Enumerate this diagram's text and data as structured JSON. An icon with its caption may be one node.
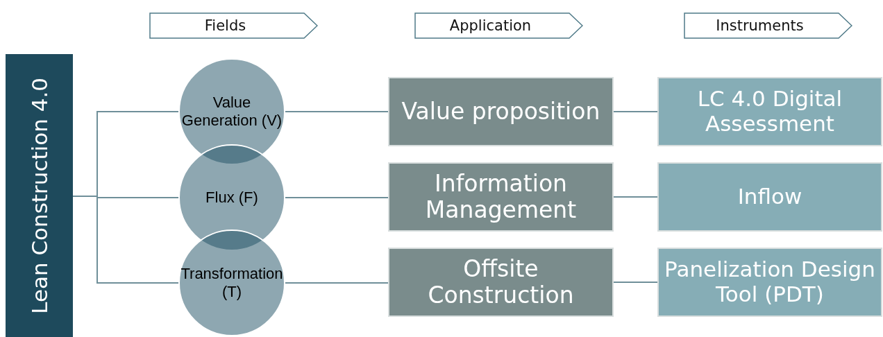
{
  "diagram": {
    "nodes": [
      {
        "text": [
          "Lean Construction 4.0"
        ]
      },
      {
        "text": [
          "Fields"
        ]
      },
      {
        "text": [
          "Application"
        ]
      },
      {
        "text": [
          "Instruments"
        ]
      },
      {
        "text": [
          "Value Generation (V)"
        ]
      },
      {
        "text": [
          "Value proposition"
        ]
      },
      {
        "text": [
          "LC 4.0 Digital Assessment"
        ]
      },
      {
        "text": [
          "Flux (F)"
        ]
      },
      {
        "text": [
          "Information Management"
        ]
      },
      {
        "text": [
          "Inflow"
        ]
      },
      {
        "text": [
          "Transformation (T)"
        ]
      },
      {
        "text": [
          "Offsite Construction"
        ]
      },
      {
        "text": [
          "Panelization Design Tool (PDT)"
        ]
      }
    ],
    "edges": [
      {
        "from": 0,
        "to": 4,
        "arrow": "none"
      },
      {
        "from": 0,
        "to": 7,
        "arrow": "none"
      },
      {
        "from": 0,
        "to": 10,
        "arrow": "none"
      },
      {
        "from": 4,
        "to": 5,
        "arrow": "none"
      },
      {
        "from": 7,
        "to": 8,
        "arrow": "none"
      },
      {
        "from": 10,
        "to": 11,
        "arrow": "none"
      },
      {
        "from": 5,
        "to": 6,
        "arrow": "none"
      },
      {
        "from": 8,
        "to": 9,
        "arrow": "none"
      },
      {
        "from": 11,
        "to": 12,
        "arrow": "none"
      }
    ]
  }
}
